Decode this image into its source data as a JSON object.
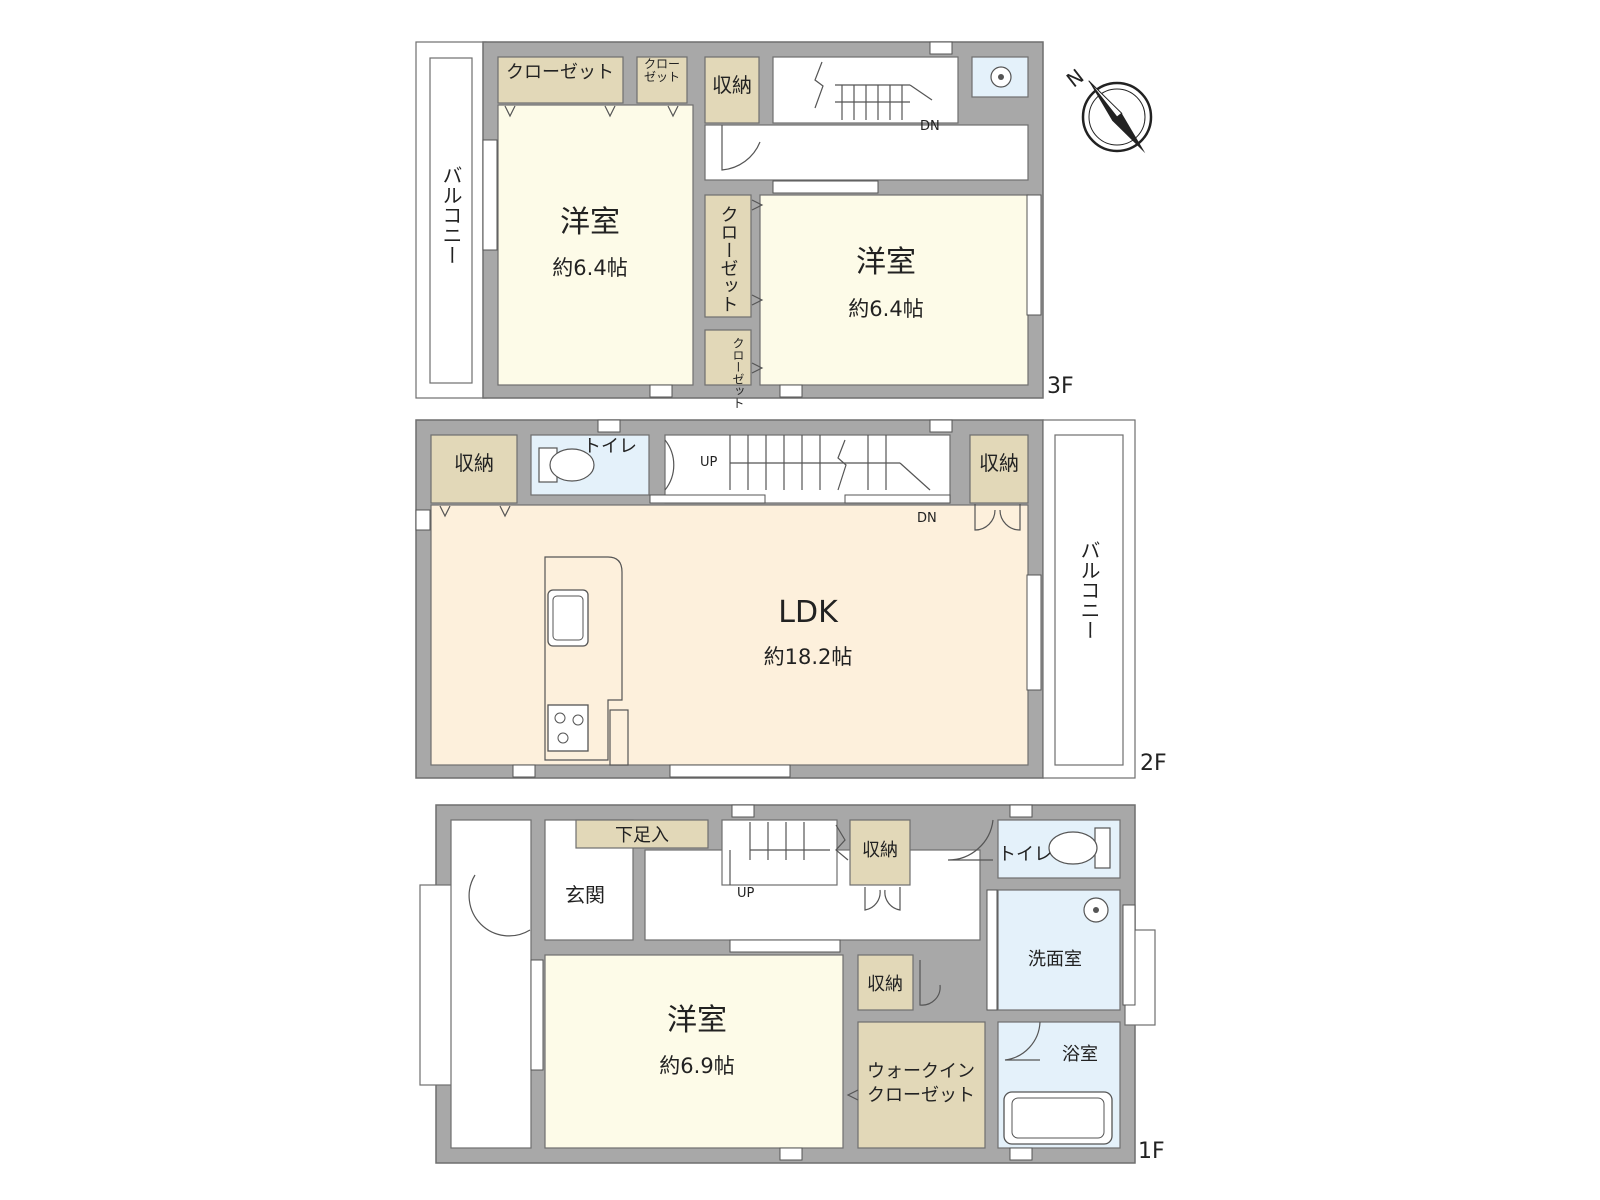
{
  "floors": {
    "f3": {
      "label": "3F",
      "room1": {
        "name": "洋室",
        "area": "約6.4帖"
      },
      "room2": {
        "name": "洋室",
        "area": "約6.4帖"
      },
      "closet_top": "クローゼット",
      "closet_small": "クロー\nゼット",
      "storage": "収納",
      "closet_vertical": "クローゼット",
      "closet_small_vertical": "クロー\nゼット",
      "balcony": "バルコニー",
      "stairs_dn": "DN"
    },
    "f2": {
      "label": "2F",
      "ldk": {
        "name": "LDK",
        "area": "約18.2帖"
      },
      "storage_left": "収納",
      "toilet": "トイレ",
      "storage_right": "収納",
      "stairs_up": "UP",
      "stairs_dn": "DN",
      "balcony": "バルコニー"
    },
    "f1": {
      "label": "1F",
      "room": {
        "name": "洋室",
        "area": "約6.9帖"
      },
      "entrance": "玄関",
      "shoe_storage": "下足入",
      "storage_stairs": "収納",
      "storage_room": "収納",
      "toilet": "トイレ",
      "washroom": "洗面室",
      "bathroom": "浴室",
      "walkin": "ウォークイン\nクローゼット",
      "stairs_up": "UP"
    }
  },
  "compass": {
    "north": "N"
  },
  "colors": {
    "wall": "#a8a8a8",
    "wall_stroke": "#6f6f6f",
    "bedroom": "#fdfbe8",
    "ldk": "#fdf0dc",
    "storage": "#e2d8b8",
    "wet": "#e4f1fa",
    "white": "#ffffff"
  }
}
